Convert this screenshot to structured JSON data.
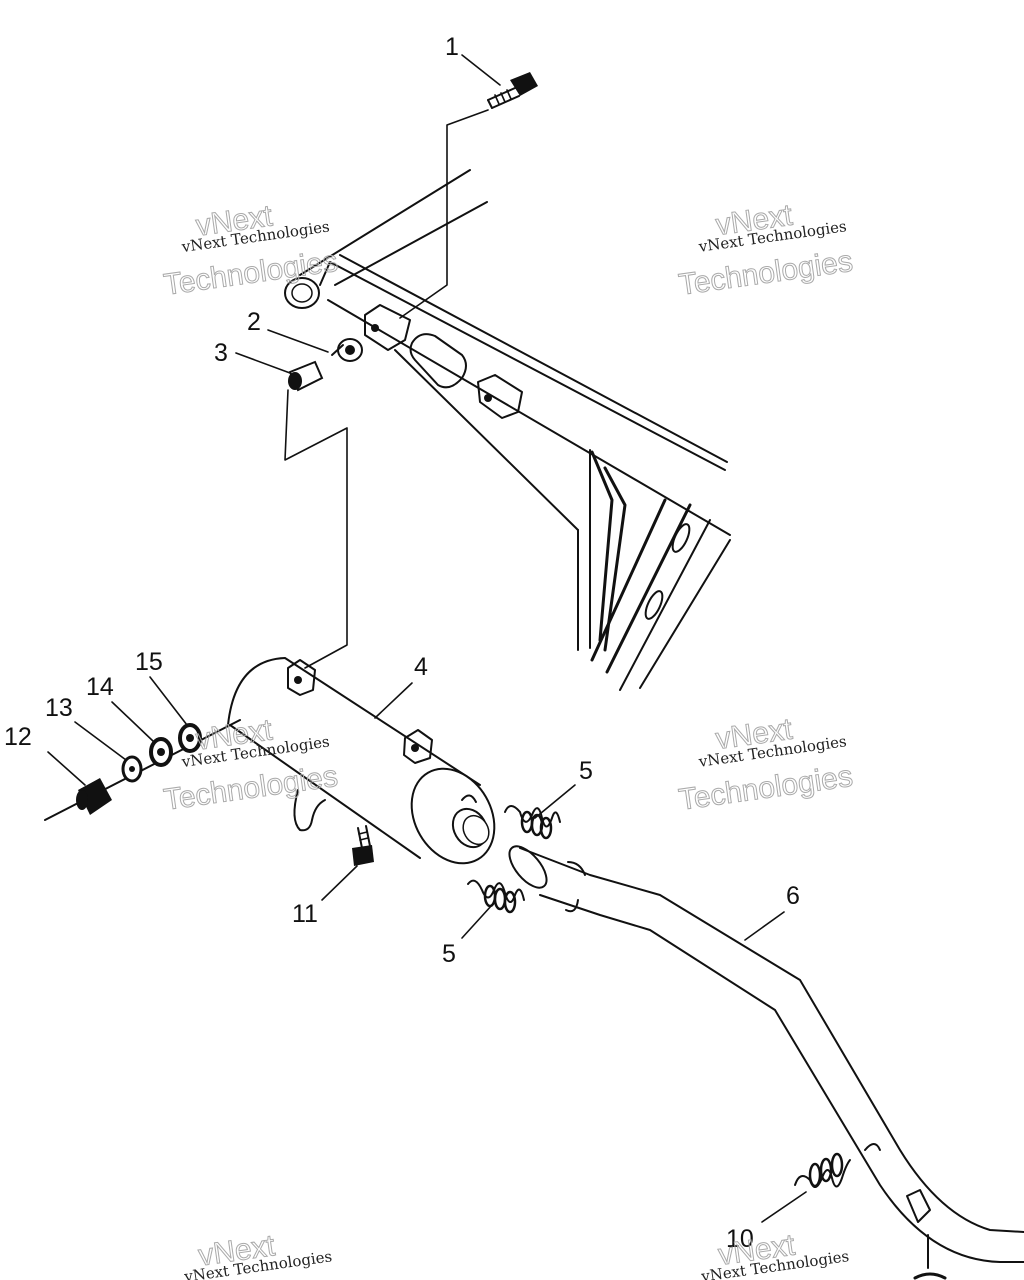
{
  "labels": {
    "l1": "1",
    "l2": "2",
    "l3": "3",
    "l4": "4",
    "l5a": "5",
    "l5b": "5",
    "l6": "6",
    "l10": "10",
    "l11": "11",
    "l12": "12",
    "l13": "13",
    "l14": "14",
    "l15": "15"
  },
  "watermark": {
    "line1": "vNext Technologies",
    "line2": "vNext",
    "line3": "Technologies"
  }
}
